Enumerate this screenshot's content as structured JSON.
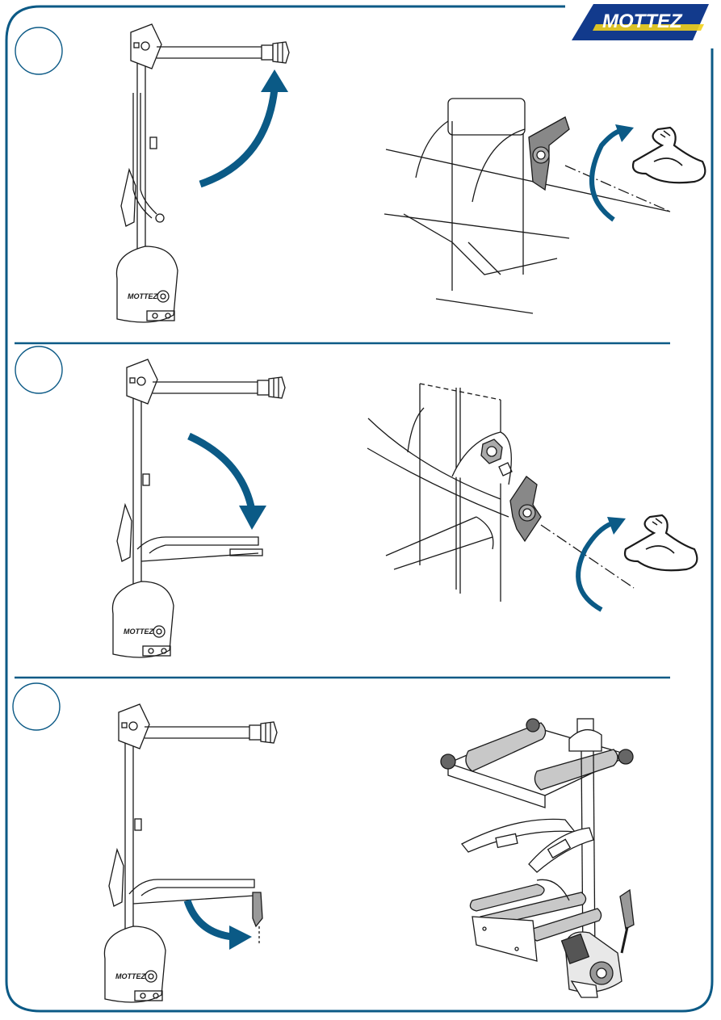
{
  "brand": {
    "logo_text": "MOTTEZ",
    "colors": {
      "frame": "#0c5a86",
      "arrow": "#0b5a86",
      "logo_bg": "#123a8c",
      "logo_stripe": "#f2d21b",
      "line": "#1a1a1a"
    }
  },
  "steps": [
    {
      "step_circle": "",
      "rotation_arrow_direction": "up",
      "detail_view": "clamp-knob-tighten",
      "effort_icon": "flexed-arm-icon"
    },
    {
      "step_circle": "",
      "rotation_arrow_direction": "down",
      "detail_view": "lower-arm-knob-tighten",
      "effort_icon": "flexed-arm-icon"
    },
    {
      "step_circle": "",
      "rotation_arrow_direction": "down-right",
      "detail_view": "assembled-carrier-3d"
    }
  ]
}
